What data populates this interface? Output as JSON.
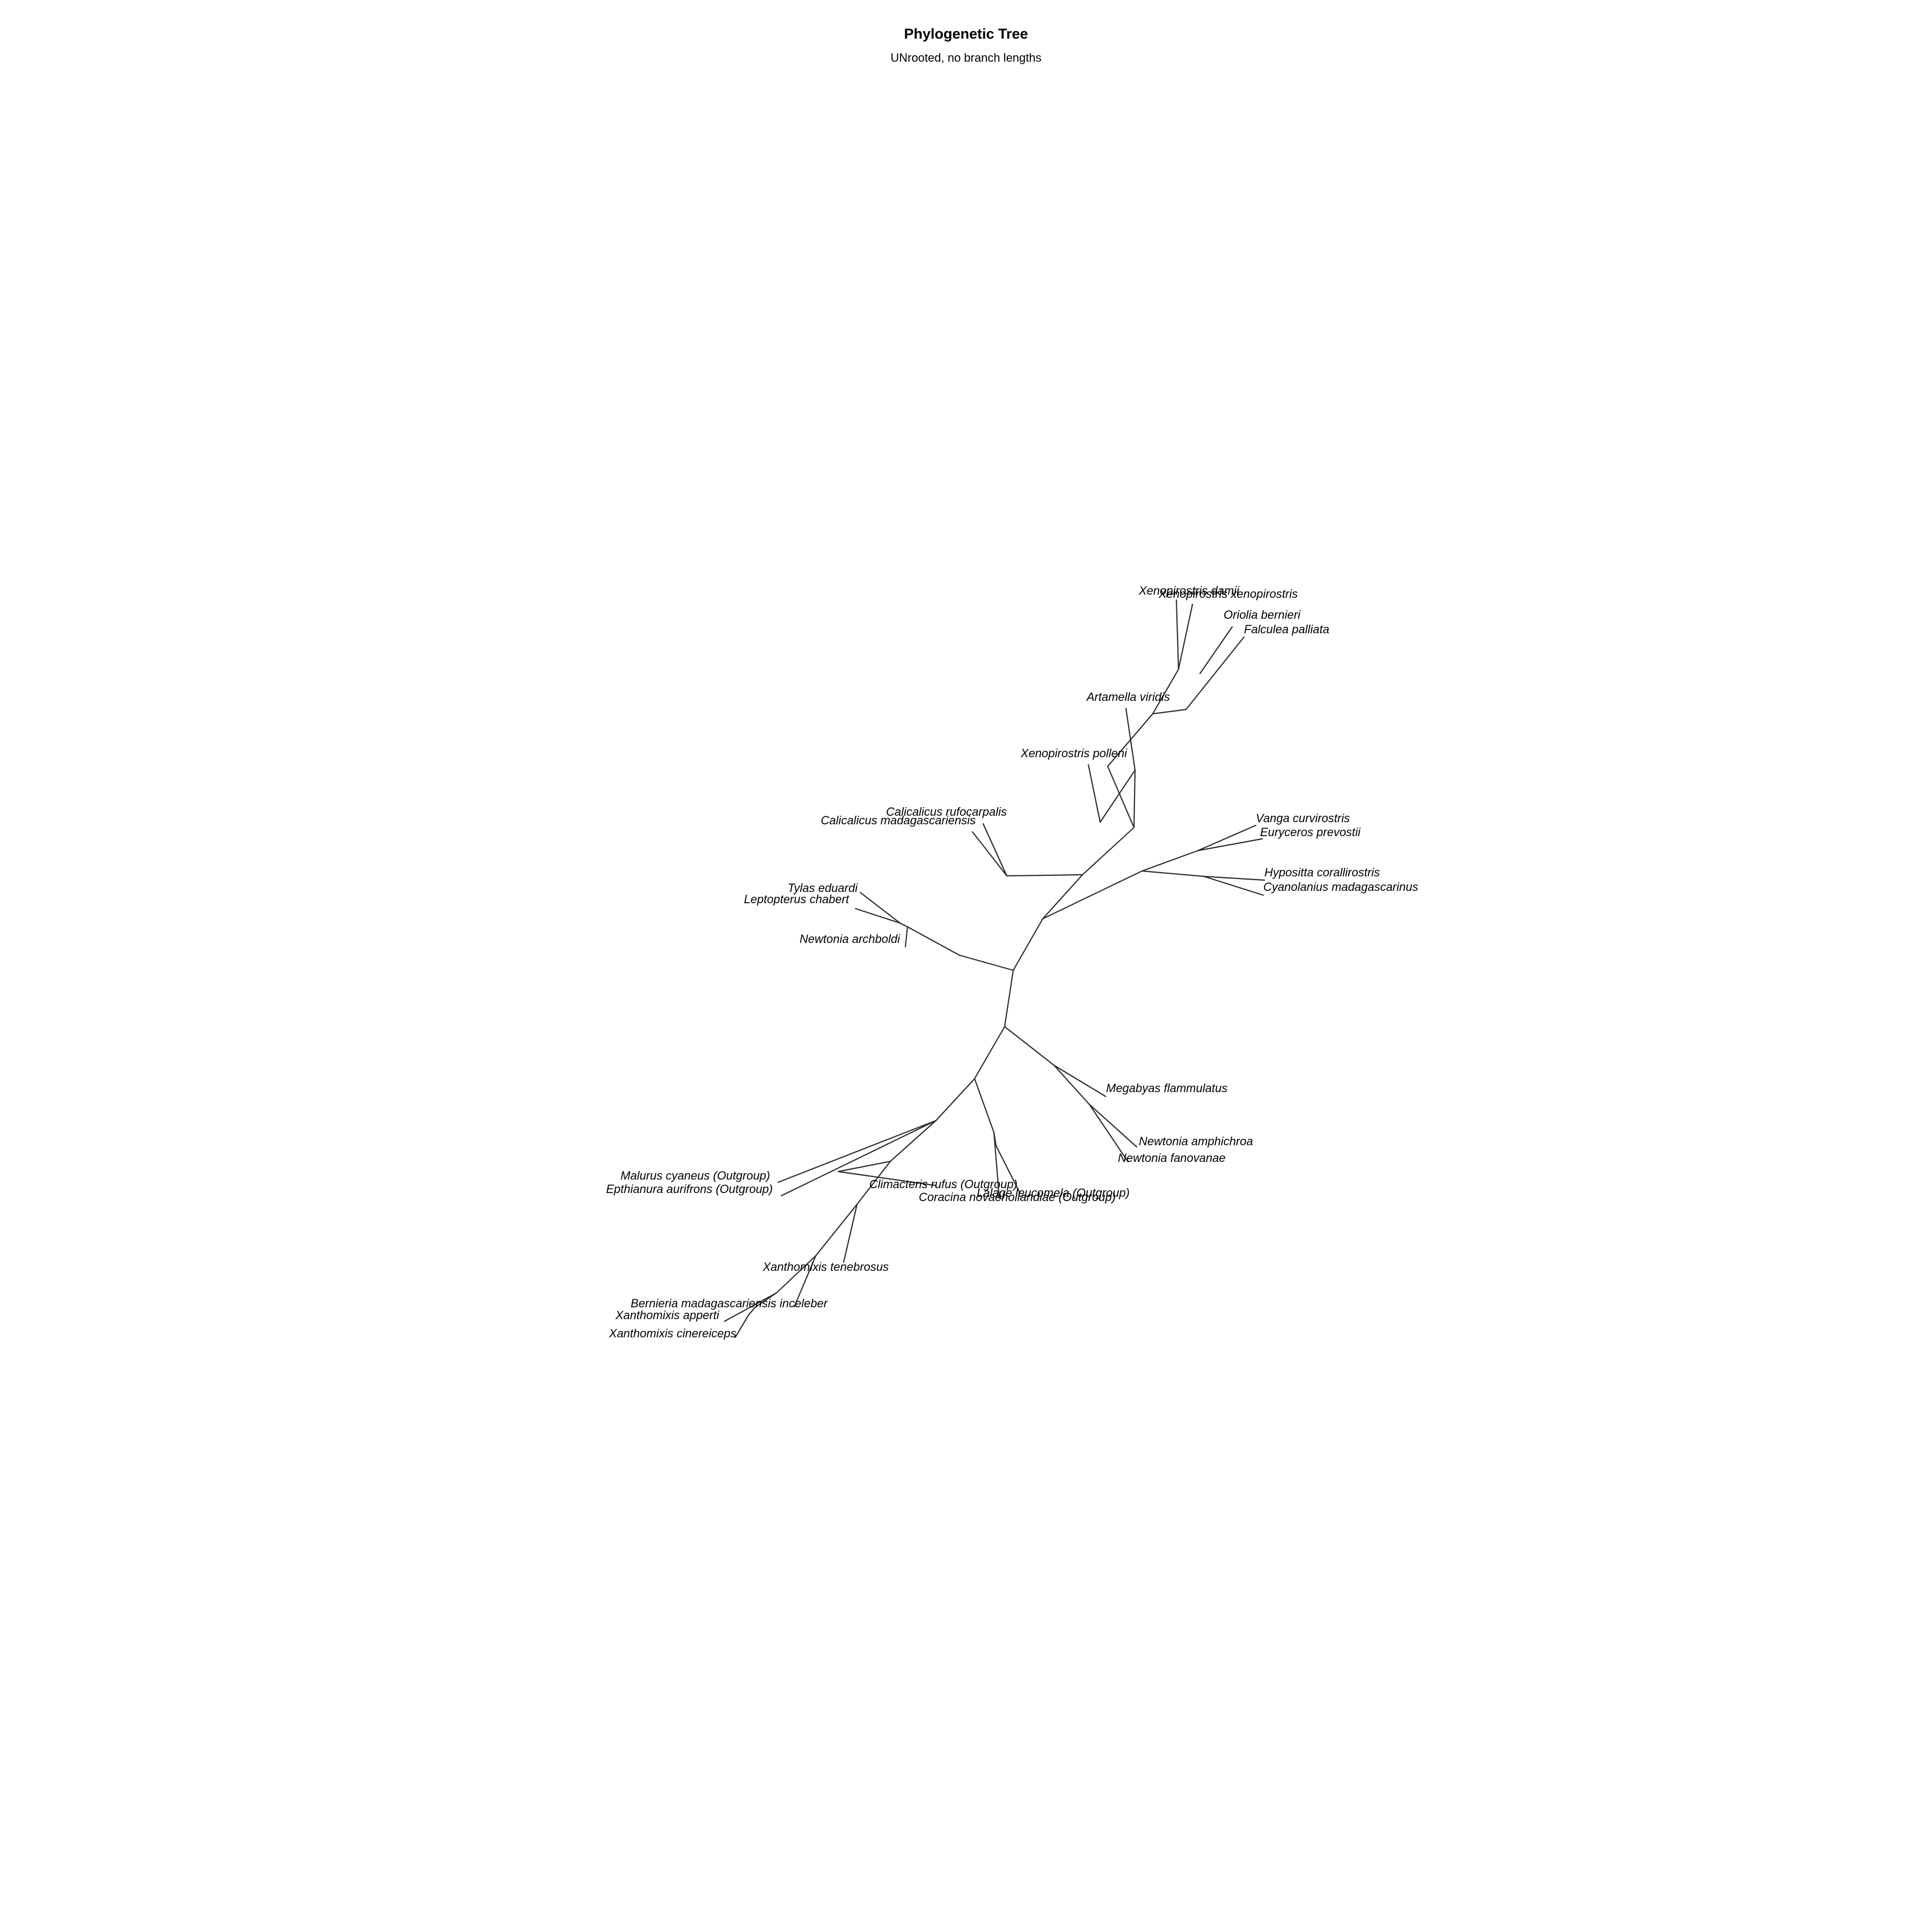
{
  "title": "Phylogenetic Tree",
  "subtitle": "UNrooted, no branch lengths",
  "colors": {
    "background": "#ffffff",
    "branch": "#2b2b2b",
    "text": "#000000"
  },
  "tree": {
    "type": "unrooted",
    "taxa": [
      "Xenopirostris damii",
      "Xenopirostris xenopirostris",
      "Oriolia bernieri",
      "Falculea palliata",
      "Artamella viridis",
      "Xenopirostris polleni",
      "Vanga curvirostris",
      "Euryceros prevostii",
      "Hypositta corallirostris",
      "Cyanolanius madagascarinus",
      "Calicalicus rufocarpalis",
      "Calicalicus madagascariensis",
      "Tylas eduardi",
      "Leptopterus chabert",
      "Newtonia archboldi",
      "Megabyas flammulatus",
      "Newtonia amphichroa",
      "Newtonia fanovanae",
      "Malurus cyaneus (Outgroup)",
      "Epthianura aurifrons (Outgroup)",
      "Climacteris rufus (Outgroup)",
      "Lalage leucomela (Outgroup)",
      "Coracina novaehollandiae (Outgroup)",
      "Xanthomixis tenebrosus",
      "Bernieria madagascariensis inceleber",
      "Xanthomixis apperti",
      "Xanthomixis cinereiceps"
    ]
  }
}
